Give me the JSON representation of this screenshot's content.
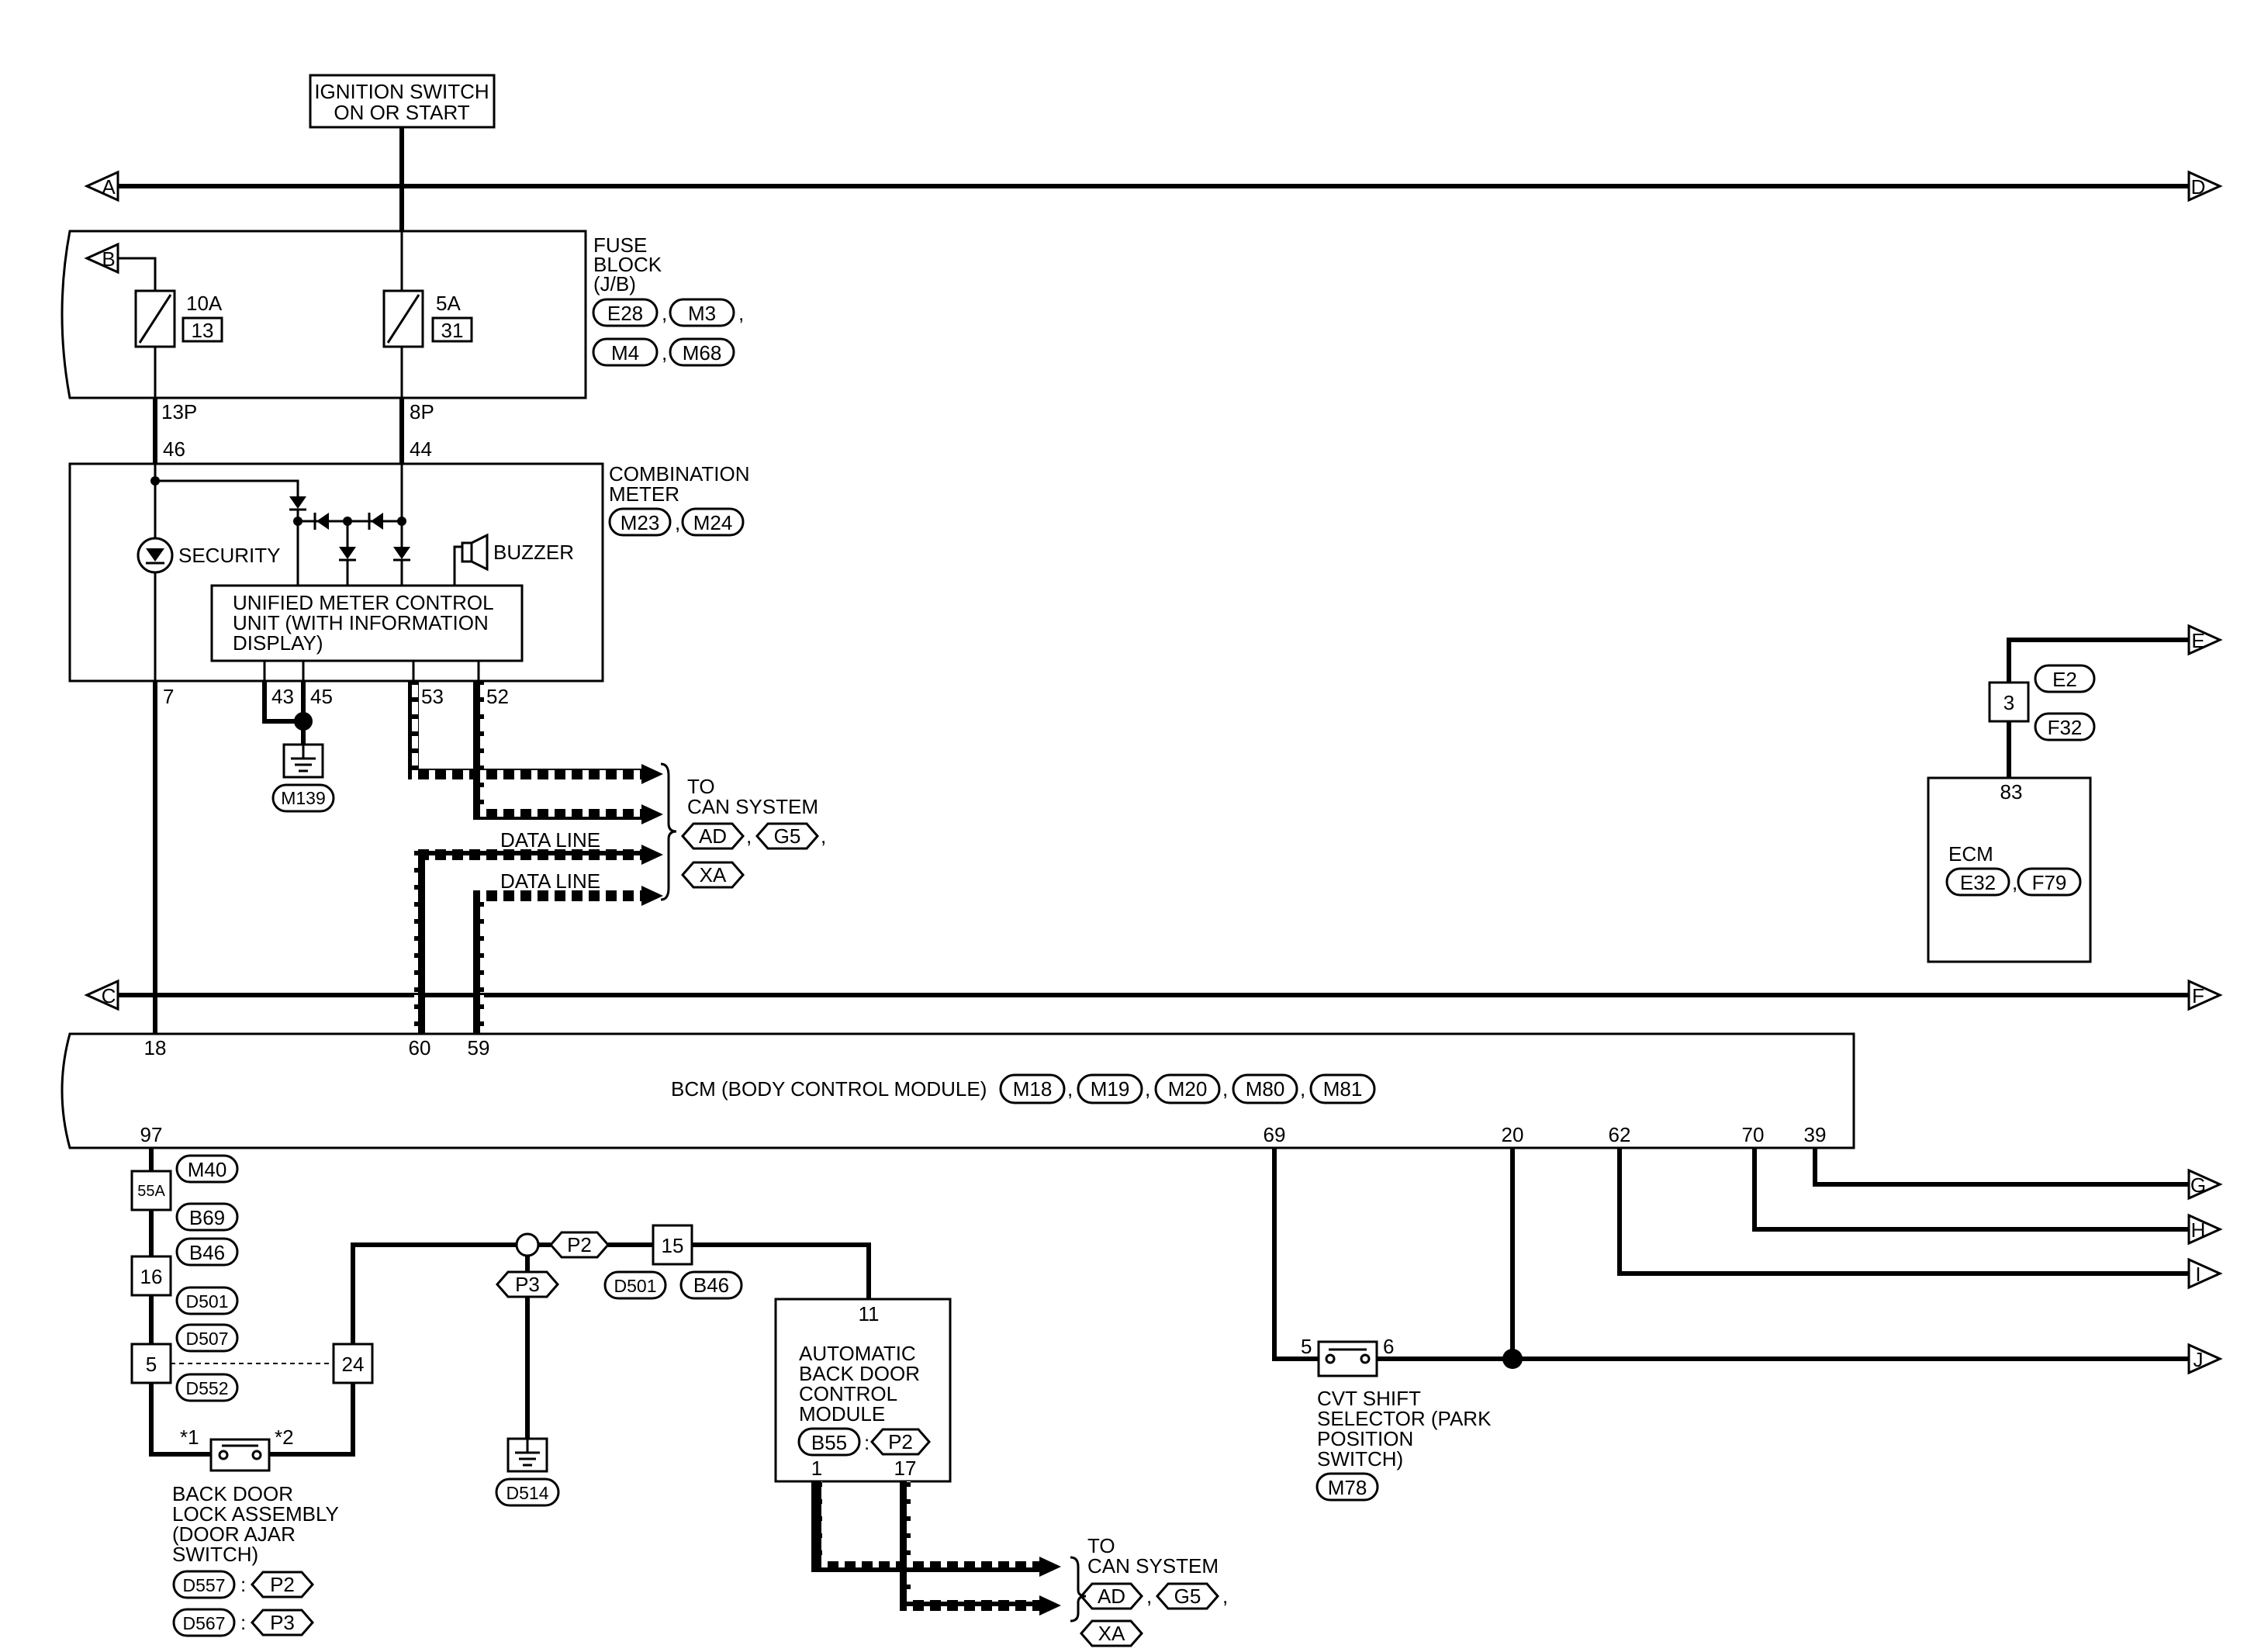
{
  "ignition": {
    "line1": "IGNITION SWITCH",
    "line2": "ON OR START"
  },
  "arrows": {
    "a": "A",
    "b": "B",
    "c": "C",
    "d": "D",
    "e": "E",
    "f": "F",
    "g": "G",
    "h": "H",
    "i": "I",
    "j": "J"
  },
  "fuse_block": {
    "line1": "FUSE",
    "line2": "BLOCK",
    "line3": "(J/B)",
    "fuse1_amp": "10A",
    "fuse1_no": "13",
    "fuse2_amp": "5A",
    "fuse2_no": "31",
    "terminal1": "13P",
    "terminal2": "8P",
    "connectors": [
      "E28",
      "M3",
      "M4",
      "M68"
    ]
  },
  "combination_meter": {
    "line1": "COMBINATION",
    "line2": "METER",
    "connectors": [
      "M23",
      "M24"
    ],
    "pin_46": "46",
    "pin_44": "44",
    "pin_7": "7",
    "pin_43": "43",
    "pin_45": "45",
    "pin_53": "53",
    "pin_52": "52",
    "security": "SECURITY",
    "buzzer": "BUZZER",
    "umcu_line1": "UNIFIED METER CONTROL",
    "umcu_line2": "UNIT (WITH INFORMATION",
    "umcu_line3": "DISPLAY)",
    "ground": "M139"
  },
  "can_top": {
    "to": "TO",
    "can": "CAN SYSTEM",
    "data_line1": "DATA LINE",
    "data_line2": "DATA LINE",
    "refs": [
      "AD",
      "G5",
      "XA"
    ]
  },
  "ecm": {
    "label": "ECM",
    "pin": "83",
    "conn_pin": "3",
    "conn_refs": [
      "E2",
      "F32"
    ],
    "connectors": [
      "E32",
      "F79"
    ]
  },
  "bcm": {
    "label": "BCM (BODY CONTROL MODULE)",
    "connectors": [
      "M18",
      "M19",
      "M20",
      "M80",
      "M81"
    ],
    "pin_18": "18",
    "pin_60": "60",
    "pin_59": "59",
    "pin_97": "97",
    "pin_69": "69",
    "pin_20": "20",
    "pin_62": "62",
    "pin_70": "70",
    "pin_39": "39"
  },
  "harness": {
    "c55a": "55A",
    "m40": "M40",
    "b69": "B69",
    "c16": "16",
    "b46a": "B46",
    "d501a": "D501",
    "c5": "5",
    "d507": "D507",
    "d552": "D552",
    "c24": "24",
    "p2": "P2",
    "p3": "P3",
    "c15": "15",
    "d501b": "D501",
    "b46b": "B46",
    "ground": "D514"
  },
  "back_door_lock": {
    "star1": "*1",
    "star2": "*2",
    "line1": "BACK DOOR",
    "line2": "LOCK ASSEMBLY",
    "line3": "(DOOR AJAR",
    "line4": "SWITCH)",
    "ref1_conn": "D557",
    "ref1_pos": "P2",
    "ref2_conn": "D567",
    "ref2_pos": "P3"
  },
  "abdcm": {
    "line1": "AUTOMATIC",
    "line2": "BACK DOOR",
    "line3": "CONTROL",
    "line4": "MODULE",
    "connector": "B55",
    "position": "P2",
    "pin_11": "11",
    "pin_1": "1",
    "pin_17": "17"
  },
  "can_bottom": {
    "to": "TO",
    "can": "CAN SYSTEM",
    "refs": [
      "AD",
      "G5",
      "XA"
    ]
  },
  "cvt": {
    "pin_5": "5",
    "pin_6": "6",
    "line1": "CVT SHIFT",
    "line2": "SELECTOR (PARK",
    "line3": "POSITION",
    "line4": "SWITCH)",
    "connector": "M78"
  },
  "separators": {
    "comma": ",",
    "colon": ":"
  }
}
